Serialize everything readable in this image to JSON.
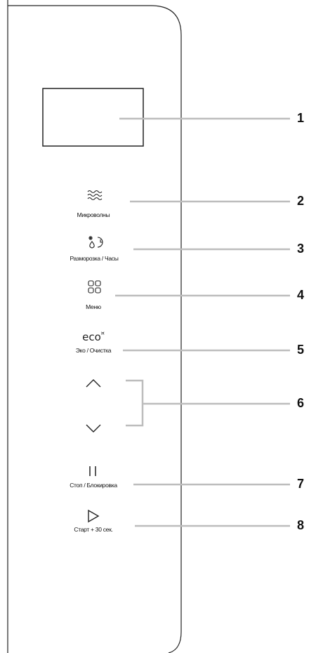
{
  "buttons": [
    {
      "label": "Микроволны",
      "icon": "waves-icon",
      "callout": "2"
    },
    {
      "label": "Разморозка / Часы",
      "icon": "defrost-clock-icon",
      "callout": "3"
    },
    {
      "label": "Меню",
      "icon": "menu-grid-icon",
      "callout": "4"
    },
    {
      "label": "Эко / Очистка",
      "icon": "eco-icon",
      "eco_text": "eco",
      "eco_mark": "¤",
      "callout": "5"
    },
    {
      "label": "",
      "icon": "arrow-up-icon",
      "callout": "6"
    },
    {
      "label": "",
      "icon": "arrow-down-icon"
    },
    {
      "label": "Стоп / Блокировка",
      "icon": "pause-icon",
      "callout": "7"
    },
    {
      "label": "Старт + 30 сек.",
      "icon": "play-icon",
      "callout": "8"
    }
  ],
  "display": {
    "callout": "1"
  },
  "colors": {
    "line": "#bdbdbd",
    "outline": "#222222"
  }
}
